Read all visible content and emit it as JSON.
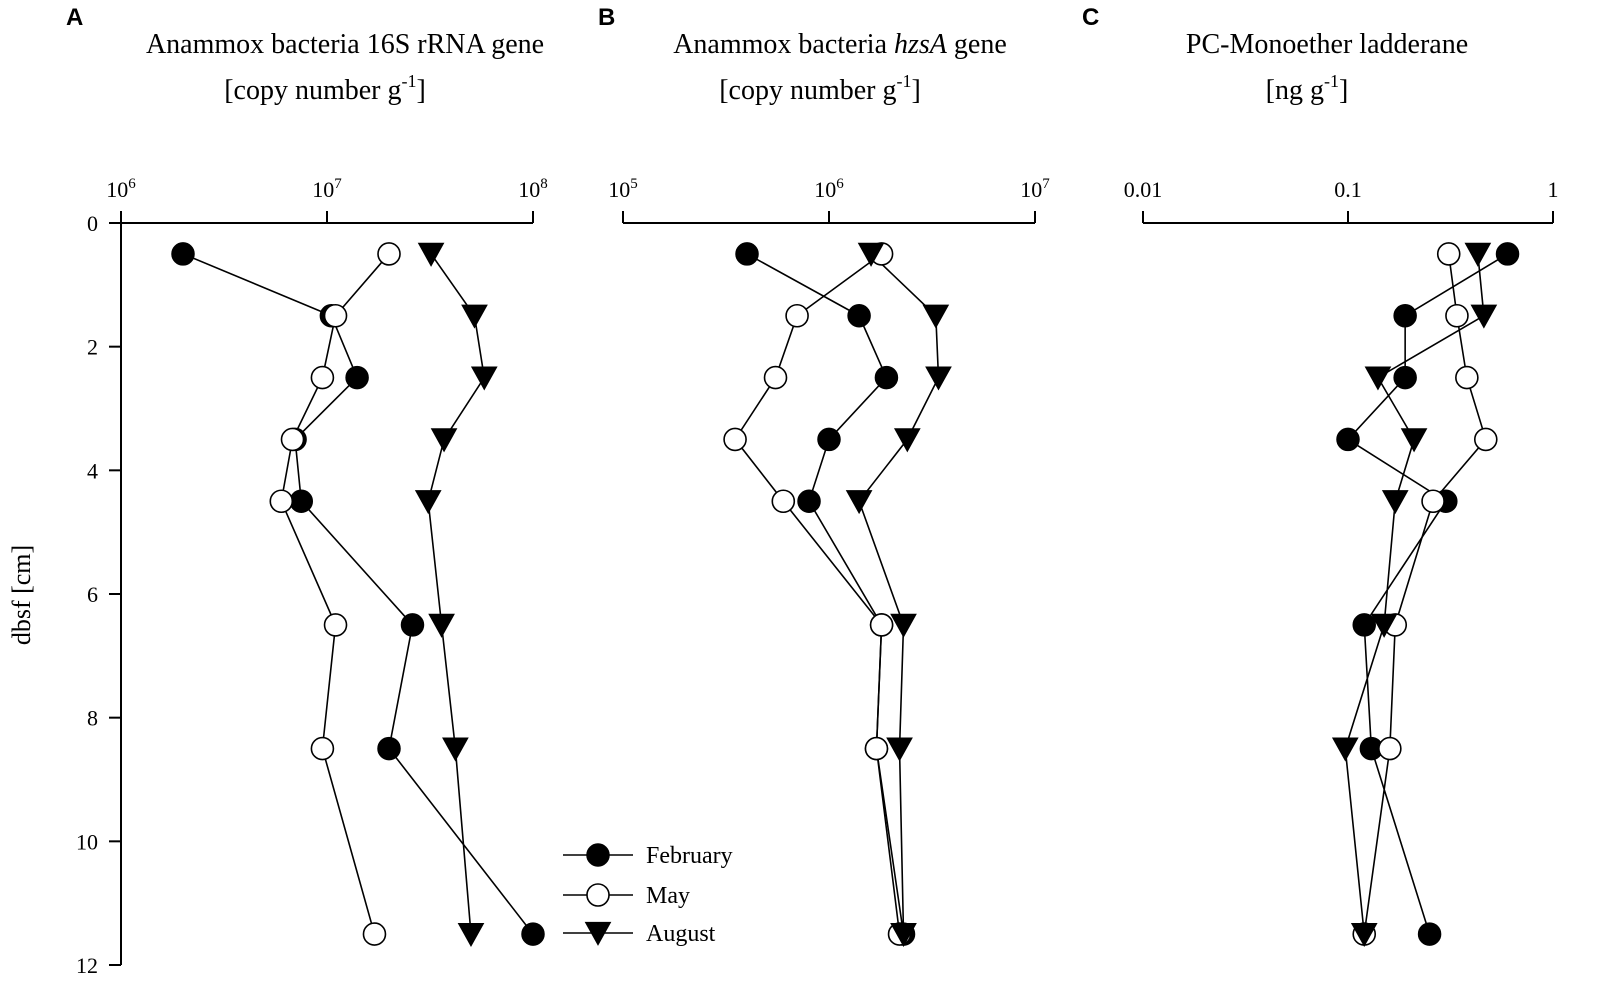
{
  "chart_data": {
    "type": "line",
    "y_axis": {
      "label": "dbsf [cm]",
      "ticks": [
        "0",
        "2",
        "4",
        "6",
        "8",
        "10",
        "12"
      ],
      "ylim": [
        0,
        12
      ],
      "inverted": true
    },
    "legend": {
      "placement": "bottom-center of figure",
      "entries": [
        {
          "name": "February",
          "marker": "filled-circle",
          "color": "#000000"
        },
        {
          "name": "May",
          "marker": "open-circle",
          "color": "#000000"
        },
        {
          "name": "August",
          "marker": "filled-triangle-down",
          "color": "#000000"
        }
      ]
    },
    "depths": [
      0.5,
      1.5,
      2.5,
      3.5,
      4.5,
      6.5,
      8.5,
      11.5
    ],
    "panels": [
      {
        "letter": "A",
        "title_line1": "Anammox bacteria 16S rRNA gene",
        "title_line2_pre": "[copy number g",
        "title_line2_sup": "-1",
        "title_line2_post": "]",
        "x_scale": "log",
        "xlim": [
          1000000,
          100000000
        ],
        "x_ticks": [
          {
            "base": "10",
            "exp": "6"
          },
          {
            "base": "10",
            "exp": "7"
          },
          {
            "base": "10",
            "exp": "8"
          }
        ],
        "series": [
          {
            "name": "February",
            "values": [
              2000000,
              10500000,
              14000000,
              7000000,
              7500000,
              26000000,
              20000000,
              100000000
            ]
          },
          {
            "name": "May",
            "values": [
              20000000,
              11000000,
              9500000,
              6800000,
              6000000,
              11000000,
              9500000,
              17000000
            ]
          },
          {
            "name": "August",
            "values": [
              32000000,
              52000000,
              58000000,
              37000000,
              31000000,
              36000000,
              42000000,
              50000000
            ]
          }
        ]
      },
      {
        "letter": "B",
        "title_line1_pre": "Anammox bacteria ",
        "title_line1_italic": "hzsA",
        "title_line1_post": " gene",
        "title_line2_pre": "[copy number g",
        "title_line2_sup": "-1",
        "title_line2_post": "]",
        "x_scale": "log",
        "xlim": [
          100000,
          10000000
        ],
        "x_ticks": [
          {
            "base": "10",
            "exp": "5"
          },
          {
            "base": "10",
            "exp": "6"
          },
          {
            "base": "10",
            "exp": "7"
          }
        ],
        "series": [
          {
            "name": "February",
            "values": [
              400000,
              1400000,
              1900000,
              1000000,
              800000,
              1800000,
              1700000,
              2300000
            ]
          },
          {
            "name": "May",
            "values": [
              1800000,
              700000,
              550000,
              350000,
              600000,
              1800000,
              1700000,
              2200000
            ]
          },
          {
            "name": "August",
            "values": [
              1600000,
              3300000,
              3400000,
              2400000,
              1400000,
              2300000,
              2200000,
              2300000
            ]
          }
        ]
      },
      {
        "letter": "C",
        "title_line1": "PC-Monoether ladderane",
        "title_line2_pre": "[ng g",
        "title_line2_sup": "-1",
        "title_line2_post": "]",
        "x_scale": "log",
        "xlim": [
          0.01,
          1
        ],
        "x_ticks": [
          {
            "base": "0.01",
            "exp": ""
          },
          {
            "base": "0.1",
            "exp": ""
          },
          {
            "base": "1",
            "exp": ""
          }
        ],
        "series": [
          {
            "name": "February",
            "values": [
              0.6,
              0.19,
              0.19,
              0.1,
              0.3,
              0.12,
              0.13,
              0.25
            ]
          },
          {
            "name": "May",
            "values": [
              0.31,
              0.34,
              0.38,
              0.47,
              0.26,
              0.17,
              0.16,
              0.12
            ]
          },
          {
            "name": "August",
            "values": [
              0.43,
              0.46,
              0.14,
              0.21,
              0.17,
              0.15,
              0.097,
              0.12
            ]
          }
        ]
      }
    ]
  }
}
